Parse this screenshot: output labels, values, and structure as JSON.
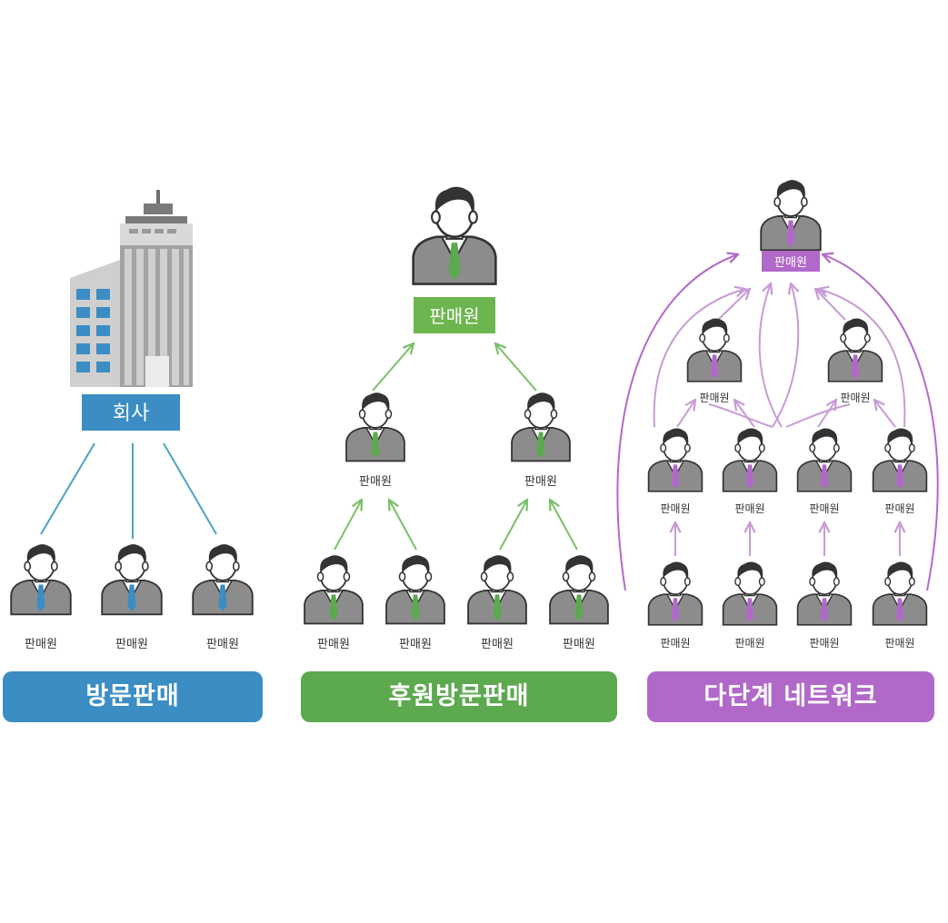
{
  "colors": {
    "visit": "#3b8dc4",
    "sponsor": "#5ca94f",
    "mlm": "#b169c9",
    "suit": "#8c8c8c",
    "hair": "#333333",
    "face": "#ffffff"
  },
  "visit_sales": {
    "company_label": "회사",
    "seller_label": "판매원",
    "banner_label": "방문판매"
  },
  "sponsored_visit_sales": {
    "seller_label": "판매원",
    "banner_label": "후원방문판매"
  },
  "multi_level": {
    "seller_label": "판매원",
    "banner_label": "다단계 네트워크"
  }
}
